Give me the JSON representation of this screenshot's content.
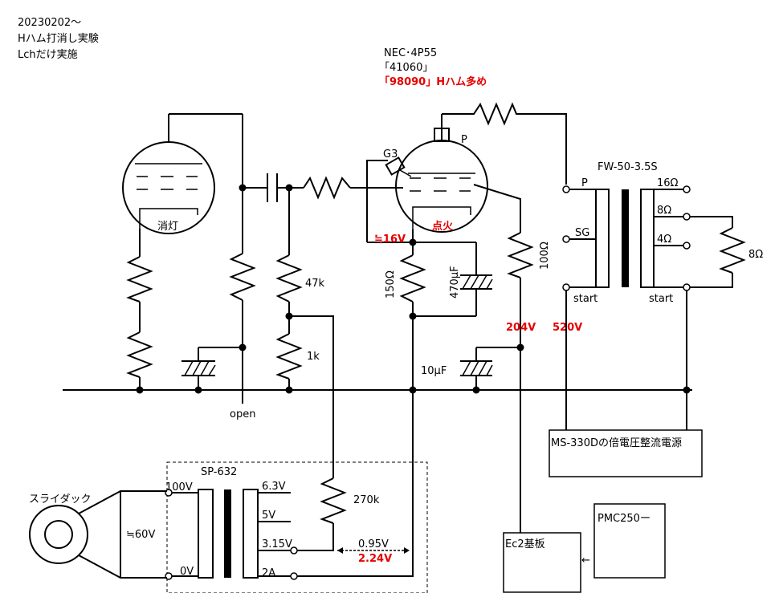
{
  "notes": {
    "line1": "20230202～",
    "line2": "Hハム打消し実験",
    "line3": "Lchだけ実施"
  },
  "tube": {
    "model": "NEC･4P55",
    "serial1": "「41060」",
    "serial2": "「98090」Hハム多め",
    "plate_pin": "P",
    "g3_pin": "G3",
    "state": "点火",
    "cathode_voltage": "≒16V"
  },
  "left_tube": {
    "state": "消灯"
  },
  "labels": {
    "open": "open",
    "r47k": "47k",
    "r1k": "1k",
    "r150": "150Ω",
    "c470": "470μF",
    "r100": "100Ω",
    "c10": "10μF",
    "v204": "204V",
    "v520": "520V",
    "r270k": "270k"
  },
  "output_transformer": {
    "model": "FW-50-3.5S",
    "primary": [
      "P",
      "SG",
      "start"
    ],
    "secondary": [
      "16Ω",
      "8Ω",
      "4Ω",
      "start"
    ],
    "load": "8Ω"
  },
  "power_supply": {
    "label": "MS-330Dの倍電圧整流電源"
  },
  "heater_transformer": {
    "model": "SP-632",
    "primary_taps": [
      "100V",
      "0V"
    ],
    "secondary_taps": [
      "6.3V",
      "5V",
      "3.15V",
      "2A"
    ],
    "v1": "0.95V",
    "v2": "2.24V"
  },
  "slidac": {
    "label": "スライダック",
    "voltage": "≒60V"
  },
  "ec2": {
    "label": "Ec2基板",
    "arrow": "←"
  },
  "pmc": {
    "label": "PMC250ー"
  }
}
